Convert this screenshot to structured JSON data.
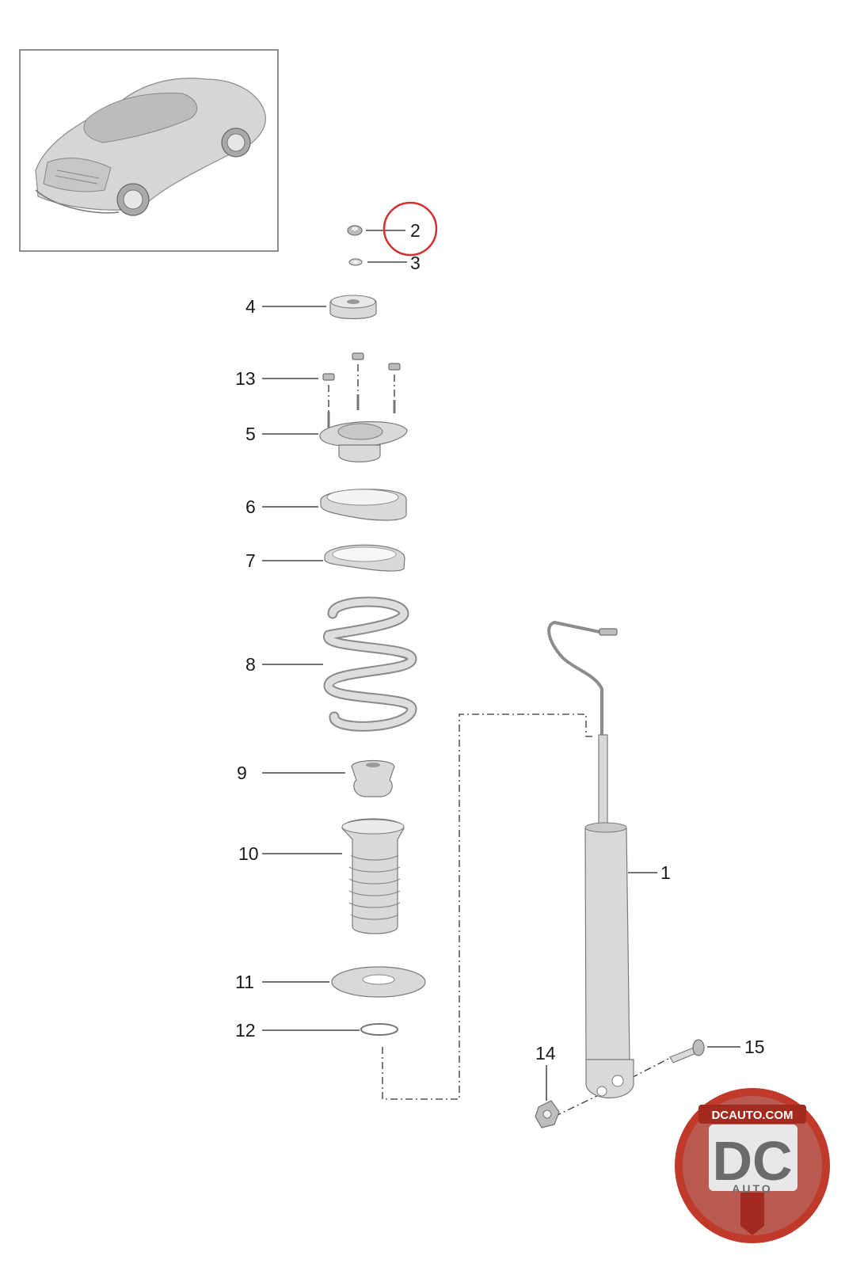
{
  "callouts": [
    {
      "id": "1",
      "text": "1"
    },
    {
      "id": "2",
      "text": "2"
    },
    {
      "id": "3",
      "text": "3"
    },
    {
      "id": "4",
      "text": "4"
    },
    {
      "id": "5",
      "text": "5"
    },
    {
      "id": "6",
      "text": "6"
    },
    {
      "id": "7",
      "text": "7"
    },
    {
      "id": "8",
      "text": "8"
    },
    {
      "id": "9",
      "text": "9"
    },
    {
      "id": "10",
      "text": "10"
    },
    {
      "id": "11",
      "text": "11"
    },
    {
      "id": "12",
      "text": "12"
    },
    {
      "id": "13",
      "text": "13"
    },
    {
      "id": "14",
      "text": "14"
    },
    {
      "id": "15",
      "text": "15"
    }
  ],
  "highlight": {
    "callout": "2",
    "color": "#d32f2f"
  },
  "logo": {
    "top_text": "DCAUTO.COM",
    "monogram": "DC",
    "bottom_text": "AUTO",
    "colors": {
      "ring": "#c0392b",
      "letters": "#6b6b6b"
    }
  },
  "colors": {
    "part": "#d9d9d9",
    "line": "#222222"
  }
}
